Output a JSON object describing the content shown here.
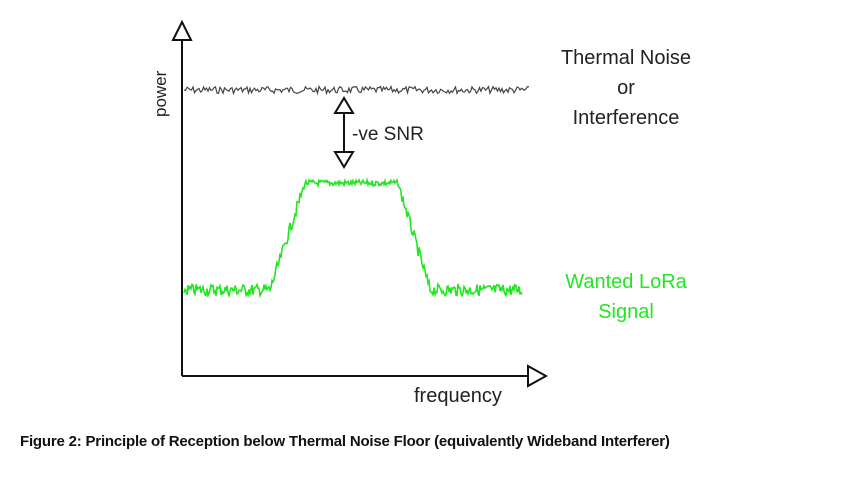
{
  "axes": {
    "y_label": "power",
    "x_label": "frequency"
  },
  "labels": {
    "noise_line1": "Thermal Noise",
    "noise_line2": "or",
    "noise_line3": "Interference",
    "snr": "-ve SNR",
    "signal_line1": "Wanted LoRa",
    "signal_line2": "Signal"
  },
  "caption": "Figure 2: Principle of Reception below Thermal Noise Floor (equivalently Wideband Interferer)",
  "colors": {
    "signal": "#22e622",
    "noise": "#444444",
    "axis": "#111111"
  }
}
